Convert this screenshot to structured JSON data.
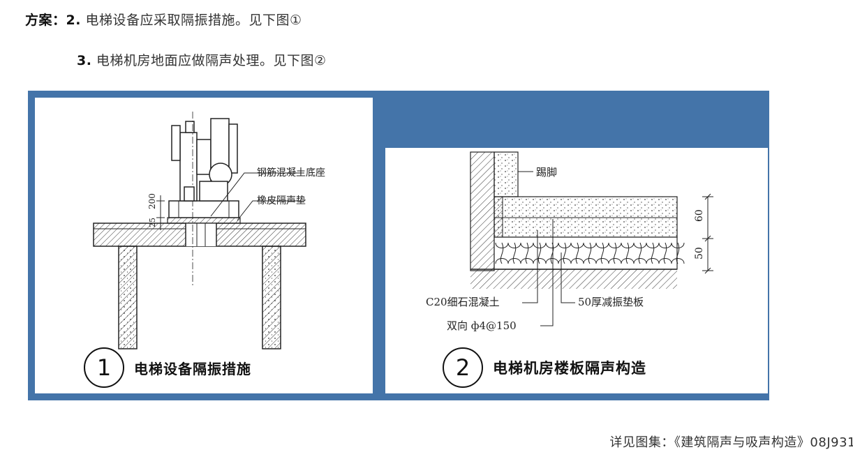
{
  "header": {
    "lead": "方案：",
    "item2_num": "2.",
    "item2_text": "电梯设备应采取隔振措施。见下图①",
    "item3_num": "3.",
    "item3_text": "电梯机房地面应做隔声处理。见下图②"
  },
  "figure1": {
    "number": "1",
    "caption": "电梯设备隔振措施",
    "label_base": "钢筋混凝土底座",
    "label_pad": "橡皮隔声垫",
    "dim_200": "200",
    "dim_25": "25"
  },
  "figure2": {
    "number": "2",
    "caption": "电梯机房楼板隔声构造",
    "label_skirting": "踢脚",
    "label_concrete": "C20细石混凝土",
    "label_mesh": "双向 ф4@150",
    "label_damping": "50厚减振垫板",
    "dim_60": "60",
    "dim_50": "50"
  },
  "footer": {
    "text": "详见图集：《建筑隔声与吸声构造》08J931"
  },
  "colors": {
    "frame": "#4474a9",
    "panel": "#ffffff"
  }
}
